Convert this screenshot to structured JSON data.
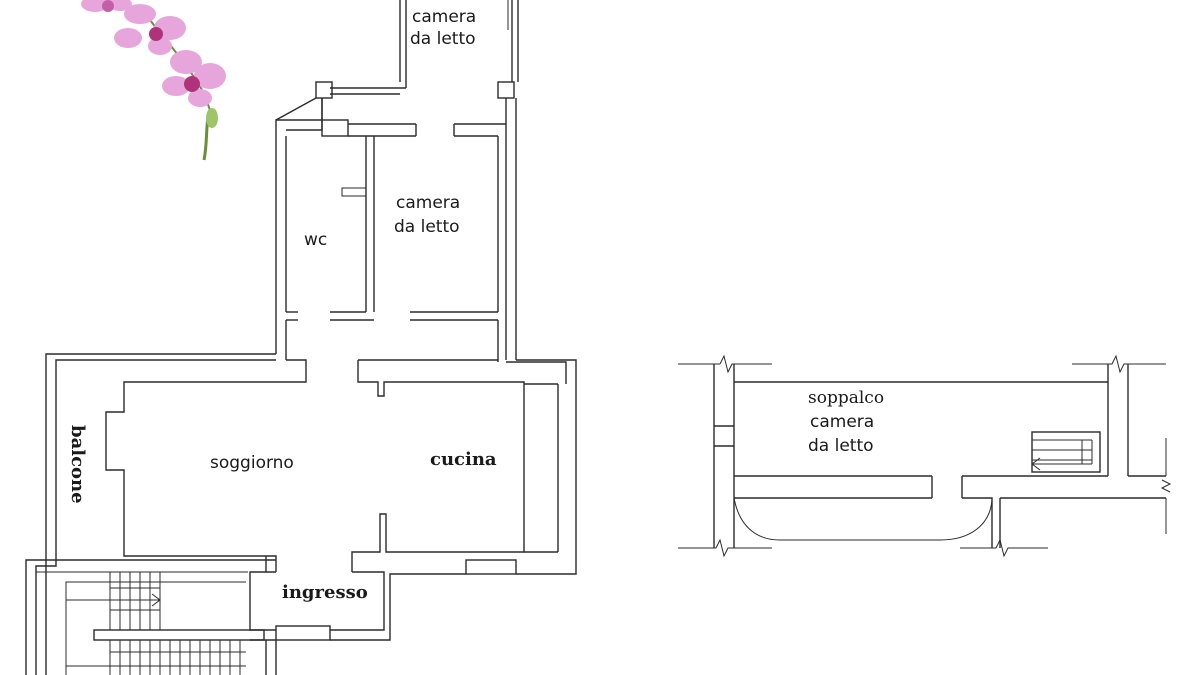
{
  "rooms": {
    "bedroom_top": {
      "line1": "camera",
      "line2": "da letto"
    },
    "bedroom_mid": {
      "line1": "camera",
      "line2": "da letto"
    },
    "wc": "wc",
    "living": "soggiorno",
    "kitchen": "cucina",
    "balcony": "balcone",
    "entrance": "ingresso"
  },
  "mezzanine": {
    "line1": "soppalco",
    "line2": "camera",
    "line3": "da letto"
  },
  "colors": {
    "wall": "#2b2b2b",
    "orchid_petal": "#e6a6dc",
    "orchid_center": "#b0327a",
    "orchid_stem": "#6b8e3a"
  }
}
